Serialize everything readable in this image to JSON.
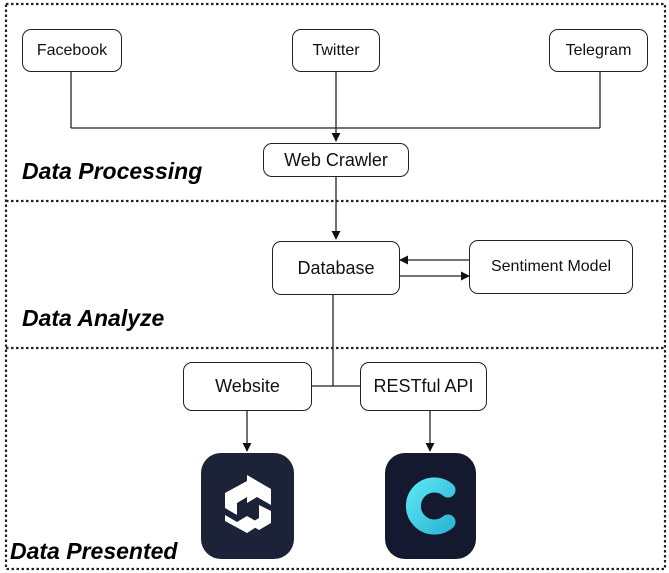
{
  "sections": [
    {
      "label": "Data Processing"
    },
    {
      "label": "Data Analyze"
    },
    {
      "label": "Data Presented"
    }
  ],
  "nodes": {
    "facebook": "Facebook",
    "twitter": "Twitter",
    "telegram": "Telegram",
    "web_crawler": "Web Crawler",
    "database": "Database",
    "sentiment_model": "Sentiment Model",
    "website": "Website",
    "restful_api": "RESTful API"
  },
  "icons": {
    "website_app": {
      "name": "quasar-style-logo-icon",
      "background": "#1c2237",
      "foreground": "#ffffff"
    },
    "api_app": {
      "name": "c-letter-logo-icon",
      "background": "#15192f",
      "foreground": "#3fd6e6"
    }
  }
}
